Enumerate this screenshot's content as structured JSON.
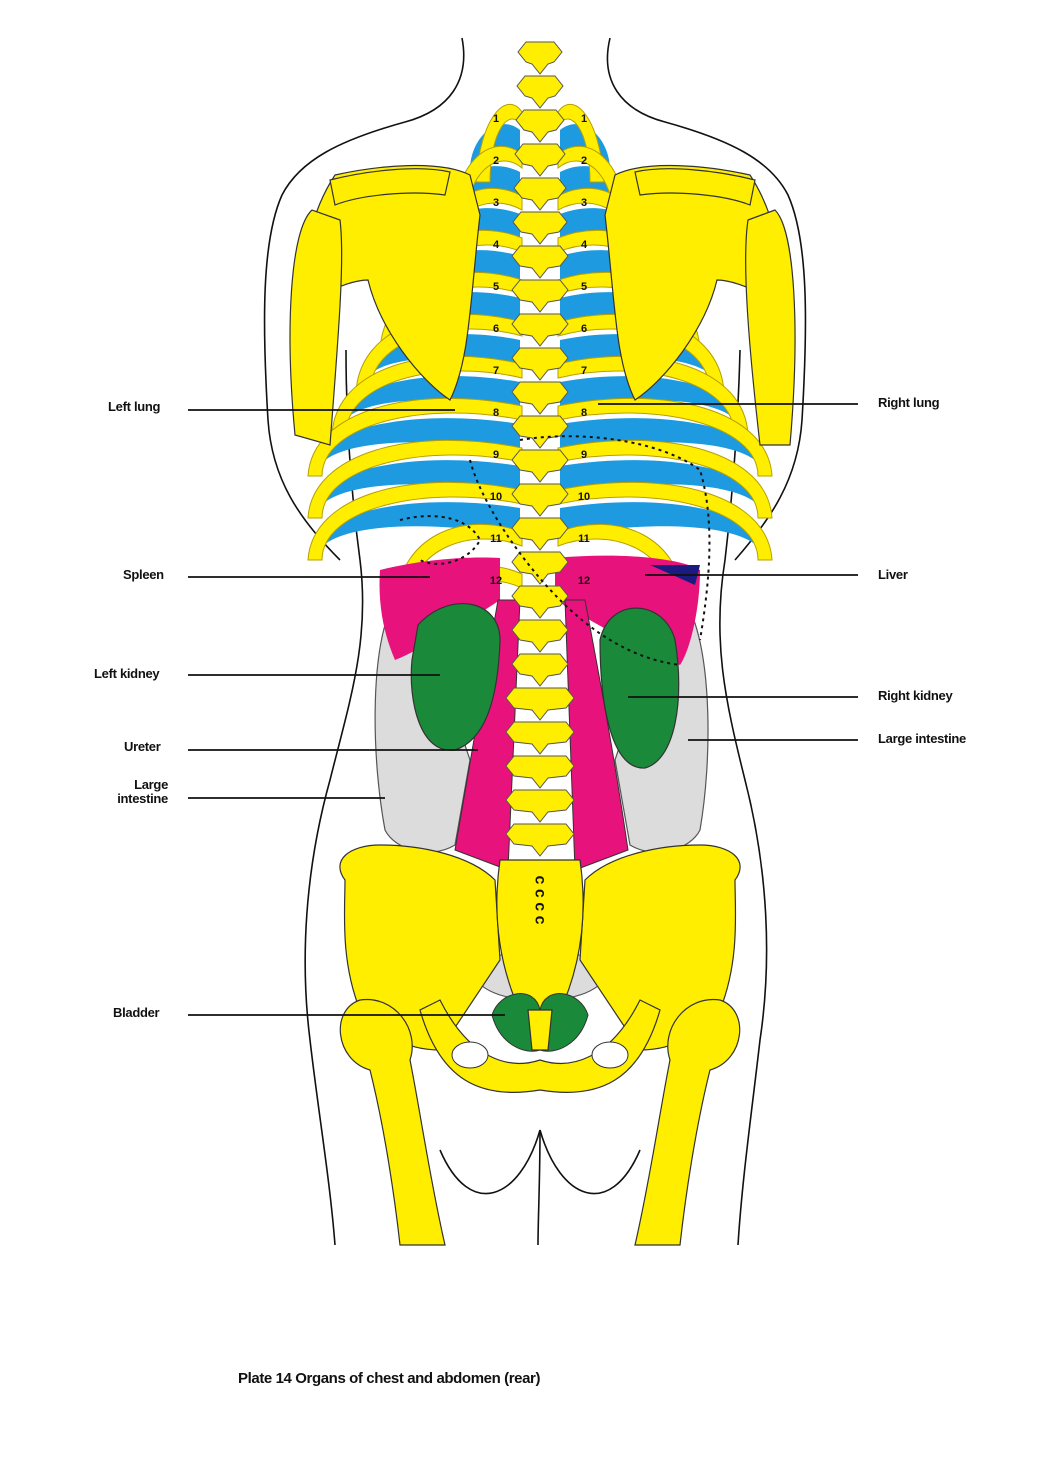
{
  "labels": {
    "left_lung": "Left lung",
    "right_lung": "Right lung",
    "spleen": "Spleen",
    "liver": "Liver",
    "left_kidney": "Left kidney",
    "right_kidney": "Right kidney",
    "ureter": "Ureter",
    "large_intestine_right": "Large intestine",
    "large_intestine_left_line1": "Large",
    "large_intestine_left_line2": "intestine",
    "bladder": "Bladder"
  },
  "caption": "Plate 14   Organs of chest and abdomen (rear)",
  "rib_numbers": [
    "1",
    "2",
    "3",
    "4",
    "5",
    "6",
    "7",
    "8",
    "9",
    "10",
    "11",
    "12"
  ],
  "sacral_marks": "c c c c",
  "colors": {
    "bone": "#ffee00",
    "lung": "#1e9be0",
    "kidney": "#1a8a3a",
    "liver_spleen": "#e8127c",
    "intestine": "#dcdcdc",
    "outline": "#111111"
  }
}
